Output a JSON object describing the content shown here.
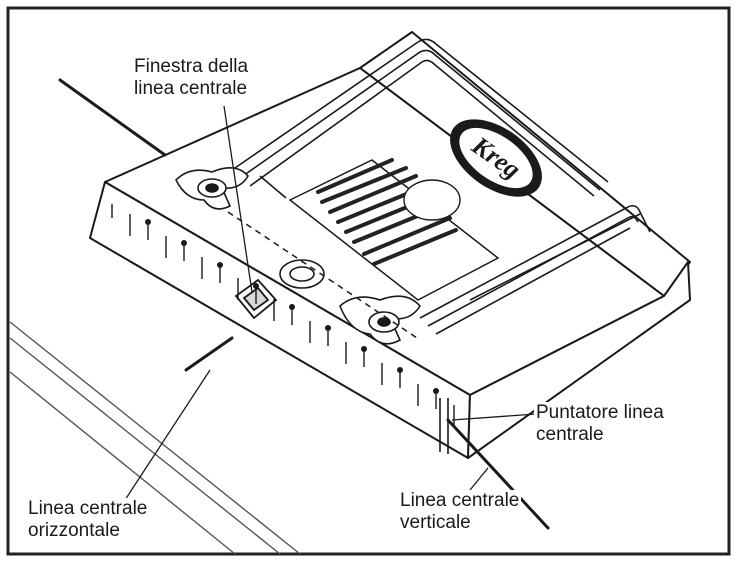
{
  "labels": {
    "finestra": {
      "line1": "Finestra della",
      "line2": "linea centrale"
    },
    "puntatore": {
      "line1": "Puntatore linea",
      "line2": "centrale"
    },
    "orizzontale": {
      "line1": "Linea centrale",
      "line2": "orizzontale"
    },
    "verticale": {
      "line1": "Linea centrale",
      "line2": "verticale"
    }
  },
  "decal": {
    "logo": "Kreg"
  },
  "colors": {
    "ink": "#1a1a1a",
    "background": "#ffffff",
    "border": "#222222"
  }
}
